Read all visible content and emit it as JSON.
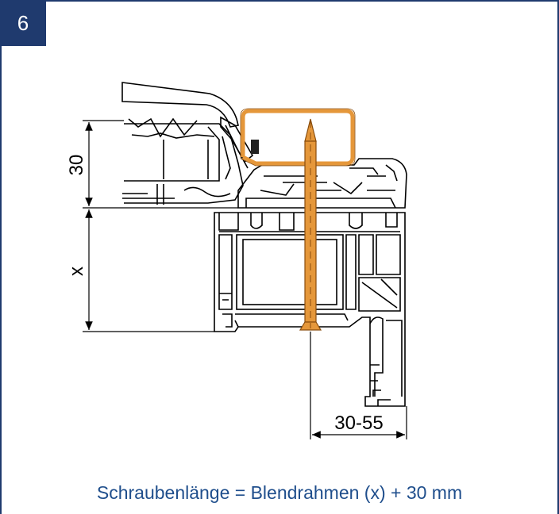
{
  "step": {
    "number": "6"
  },
  "dimensions": {
    "top_height": "30",
    "frame_height": "x",
    "screw_offset": "30-55"
  },
  "caption": {
    "text": "Schraubenlänge = Blendrahmen (x) + 30 mm"
  },
  "colors": {
    "frame_border": "#1f3a6e",
    "screw_fill": "#e5973a",
    "screw_stroke": "#b86a12",
    "caption_text": "#1f4e8c"
  },
  "icons": {
    "screw": "screw-icon"
  }
}
